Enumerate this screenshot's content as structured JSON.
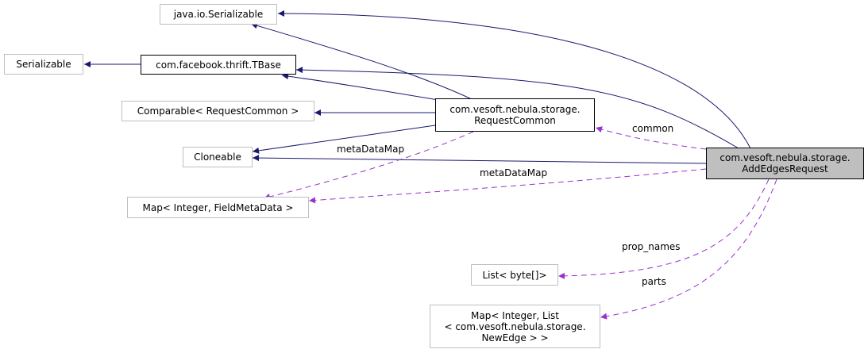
{
  "nodes": {
    "java_io_serializable": "java.io.Serializable",
    "serializable": "Serializable",
    "tbase": "com.facebook.thrift.TBase",
    "comparable": "Comparable< RequestCommon >",
    "request_common": [
      "com.vesoft.nebula.storage.",
      "RequestCommon"
    ],
    "cloneable": "Cloneable",
    "map_field_meta": "Map< Integer, FieldMetaData >",
    "add_edges_request": [
      "com.vesoft.nebula.storage.",
      "AddEdgesRequest"
    ],
    "list_bytes": "List< byte[]>",
    "map_parts": [
      "Map< Integer, List",
      "< com.vesoft.nebula.storage.",
      "NewEdge > >"
    ]
  },
  "edge_labels": {
    "common": "common",
    "meta_data_map_1": "metaDataMap",
    "meta_data_map_2": "metaDataMap",
    "prop_names": "prop_names",
    "parts": "parts"
  },
  "colors": {
    "inheritance": "#191970",
    "usage": "#9a32cd"
  }
}
